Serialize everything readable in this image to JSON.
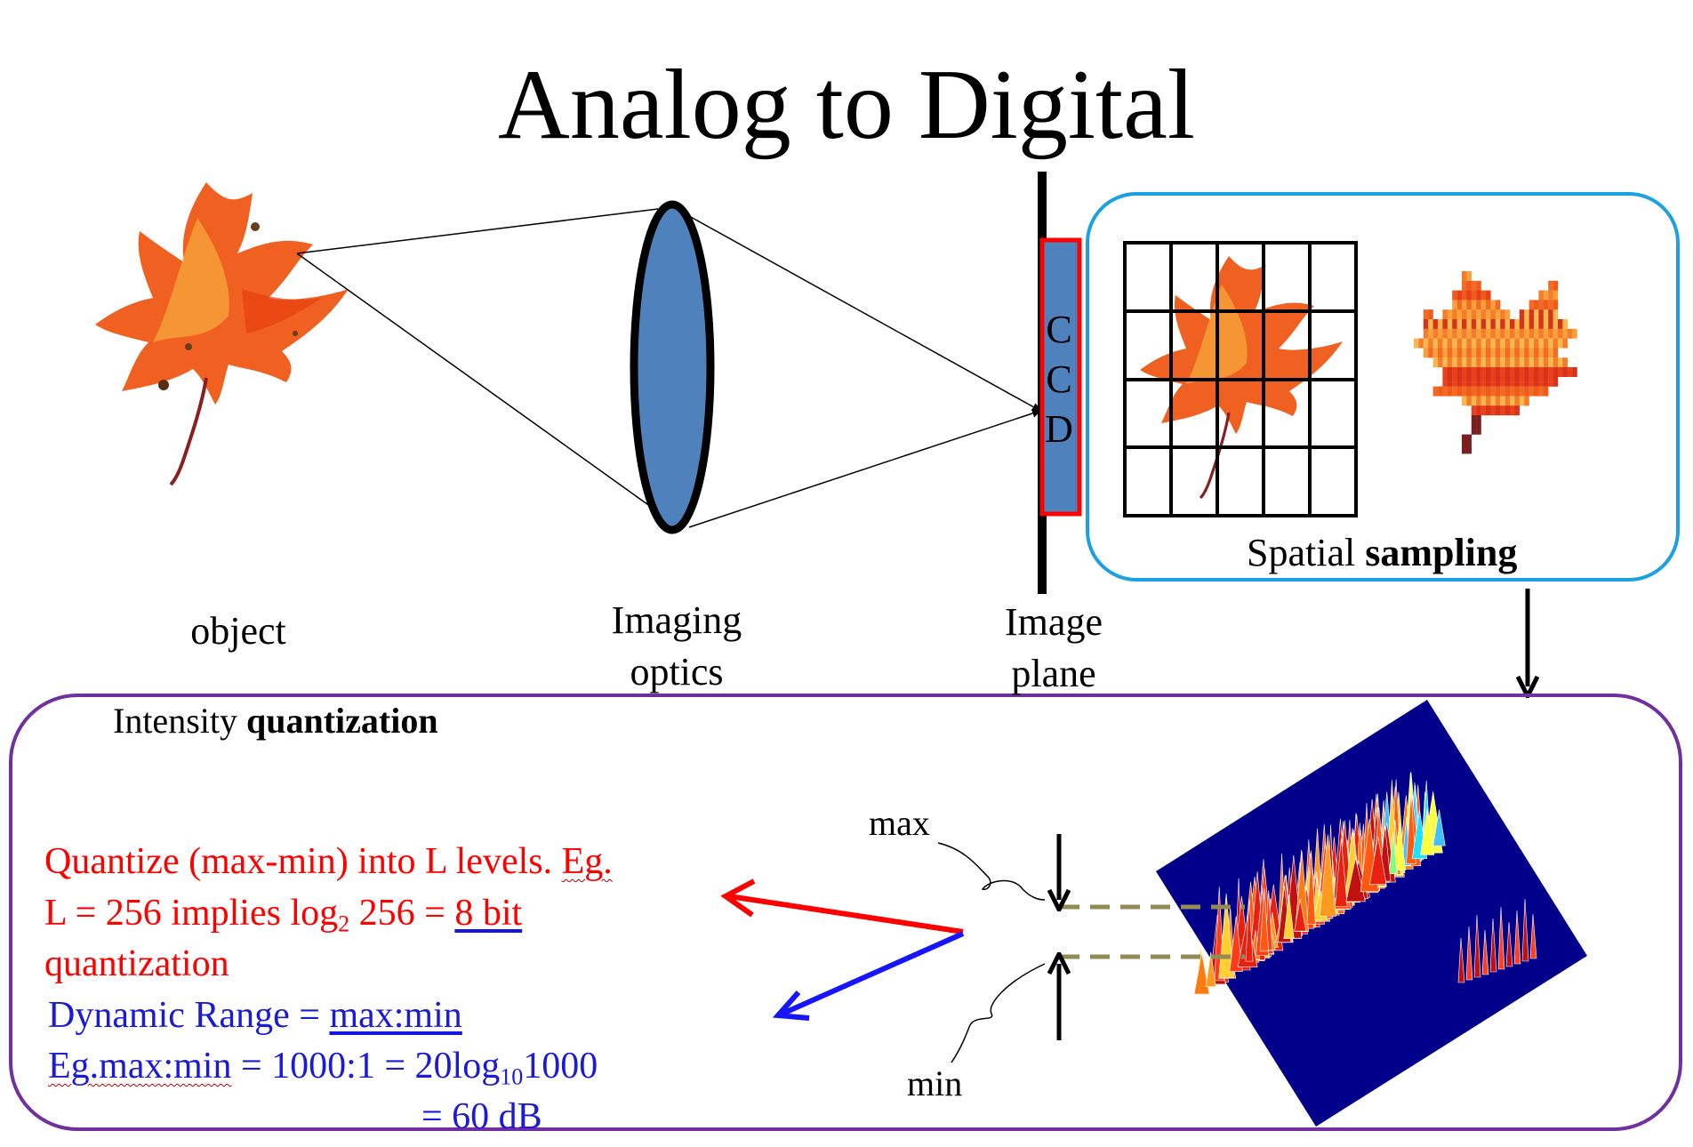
{
  "title": "Analog to Digital",
  "labels": {
    "object": "object",
    "optics_line1": "Imaging",
    "optics_line2": "optics",
    "plane_line1": "Image",
    "plane_line2": "plane",
    "ccd": [
      "C",
      "C",
      "D"
    ]
  },
  "sampling": {
    "normal": "Spatial ",
    "bold": "sampling"
  },
  "quantization": {
    "heading_normal": "Intensity ",
    "heading_bold": "quantization",
    "max": "max",
    "min": "min",
    "line1_text": "Quantize (max-min) into L levels. ",
    "line1_eg": "Eg.",
    "line2_a": "L = 256 implies log",
    "line2_sub": "2",
    "line2_b": " 256 = ",
    "line2_link": "8 bit",
    "line3": "quantization",
    "line4_a": "Dynamic Range = ",
    "line4_link": "max:min",
    "line5_link": "Eg.max:min",
    "line5_a": " = 1000:1 = 20log",
    "line5_sub": "10",
    "line5_b": "1000",
    "line6": "= 60 dB"
  },
  "colors": {
    "lens_fill": "#4f81bd",
    "ccd_fill": "#4f81bd",
    "ccd_border": "#ff0000",
    "sampling_box": "#1ba1e2",
    "quant_box": "#7030a0",
    "red_text": "#ff0000",
    "blue_text": "#1a1adb",
    "dashed_level": "#948a54",
    "surface_bg": "#00008b"
  }
}
